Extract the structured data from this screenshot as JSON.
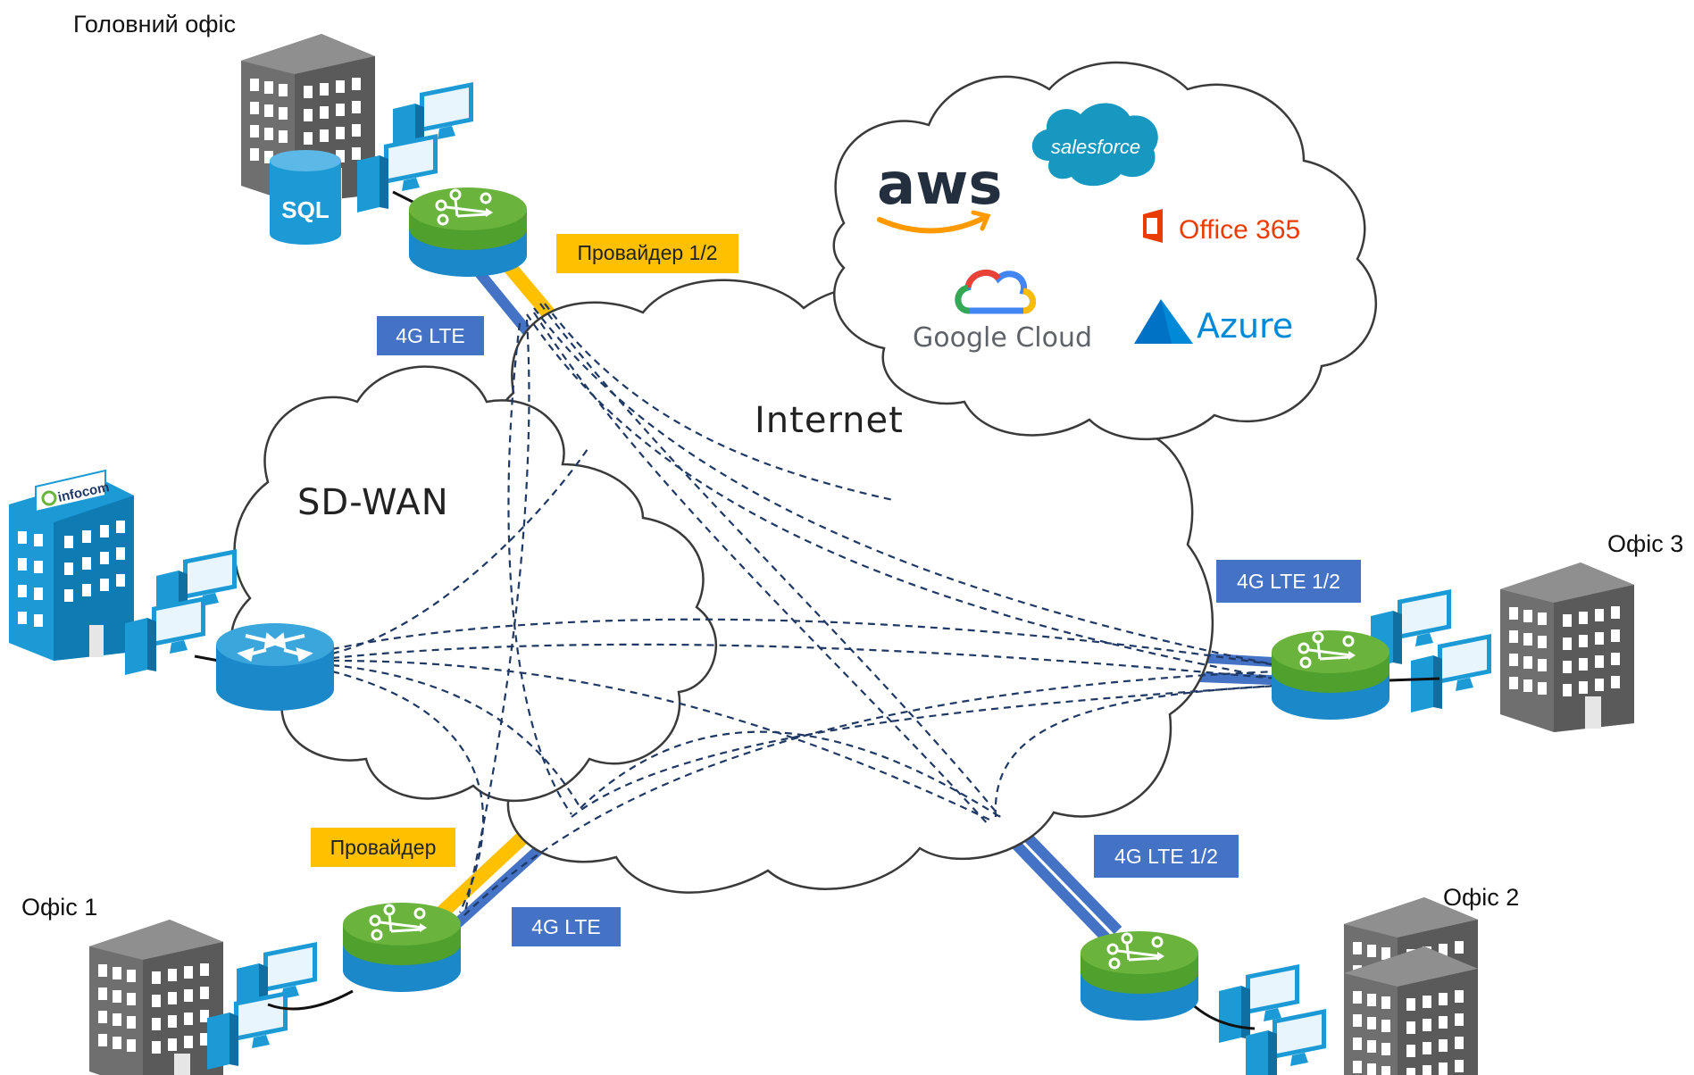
{
  "clouds": {
    "sdwan": "SD-WAN",
    "internet": "Internet"
  },
  "sites": {
    "hq": "Головний офіс",
    "office1": "Офіс 1",
    "office2": "Офіс 2",
    "office3": "Офіс 3"
  },
  "links": {
    "hq_provider": "Провайдер 1/2",
    "hq_lte": "4G LTE",
    "office1_provider": "Провайдер",
    "office1_lte": "4G LTE",
    "office2_lte": "4G LTE 1/2",
    "office3_lte": "4G LTE 1/2"
  },
  "cloud_services": {
    "aws": "aws",
    "salesforce": "salesforce",
    "office365": "Office 365",
    "google_cloud": "Google Cloud",
    "azure": "Azure"
  },
  "sql_label": "SQL",
  "datacenter_logo": "infocom",
  "colors": {
    "provider": "#ffc000",
    "lte": "#4472c4",
    "router_green": "#6ab43e",
    "router_blue": "#1a88c9",
    "dash": "#1f3864",
    "building_gray": "#808080",
    "building_blue": "#1b9ad6"
  }
}
